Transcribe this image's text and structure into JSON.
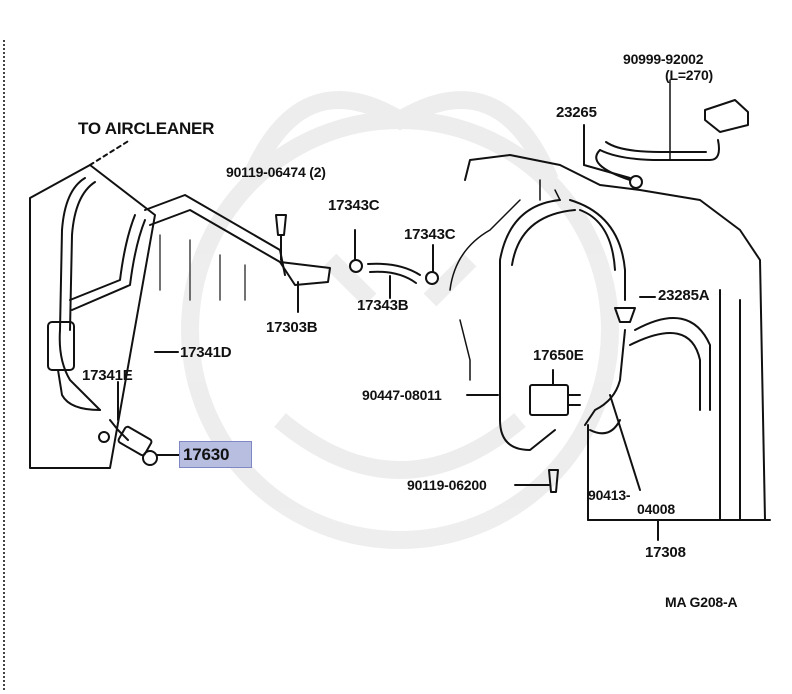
{
  "labels": {
    "to_aircleaner": "TO AIRCLEANER",
    "p90119_06474": "90119-06474 (2)",
    "p17343C_a": "17343C",
    "p17343C_b": "17343C",
    "p17343B": "17343B",
    "p17303B": "17303B",
    "p17341D": "17341D",
    "p17341E": "17341E",
    "p17630": "17630",
    "p90999_92002": "90999-92002",
    "p90999_len": "(L=270)",
    "p23265": "23265",
    "p23285A": "23285A",
    "p17650E": "17650E",
    "p90447_08011": "90447-08011",
    "p90119_06200": "90119-06200",
    "p90413": "90413-",
    "p04008": "04008",
    "p17308": "17308",
    "figure_code": "MA G208-A"
  },
  "highlight": {
    "part": "17630",
    "color": "#b8bee0"
  }
}
